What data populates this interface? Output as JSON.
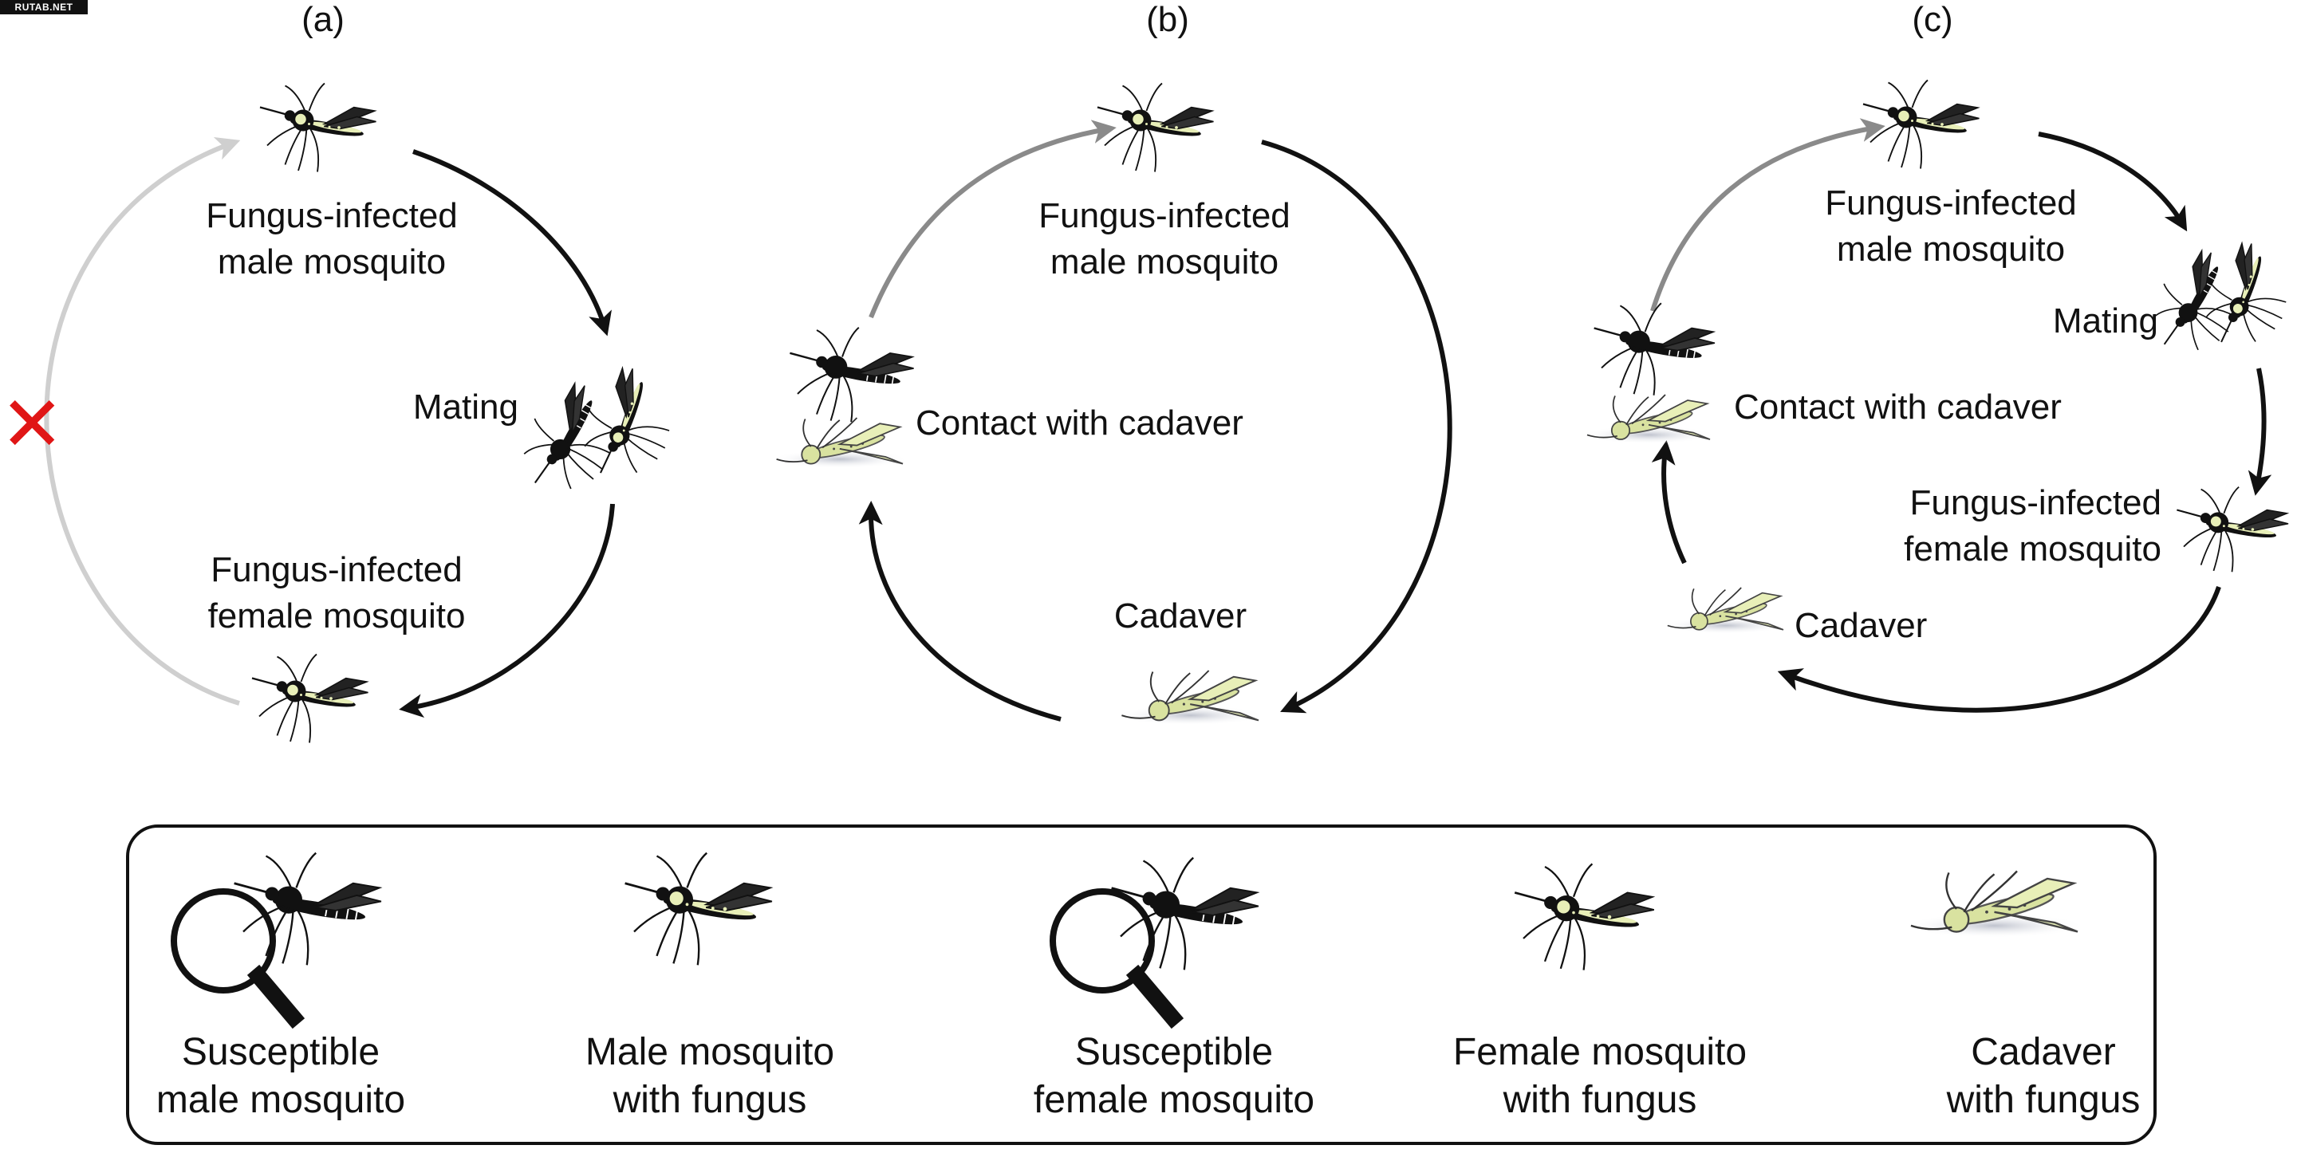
{
  "watermark": "RUTAB.NET",
  "panels": {
    "a": {
      "label": "(a)",
      "infected_male": [
        "Fungus-infected",
        "male mosquito"
      ],
      "mating": "Mating",
      "infected_female": [
        "Fungus-infected",
        "female mosquito"
      ],
      "blocked_mark": "✕"
    },
    "b": {
      "label": "(b)",
      "infected_male": [
        "Fungus-infected",
        "male mosquito"
      ],
      "contact": "Contact with cadaver",
      "cadaver": "Cadaver"
    },
    "c": {
      "label": "(c)",
      "infected_male": [
        "Fungus-infected",
        "male mosquito"
      ],
      "mating": "Mating",
      "contact": "Contact with cadaver",
      "infected_female": [
        "Fungus-infected",
        "female mosquito"
      ],
      "cadaver": "Cadaver"
    }
  },
  "legend": {
    "items": [
      [
        "Susceptible",
        "male mosquito"
      ],
      [
        "Male mosquito",
        "with fungus"
      ],
      [
        "Susceptible",
        "female mosquito"
      ],
      [
        "Female mosquito",
        "with fungus"
      ],
      [
        "Cadaver",
        "with fungus"
      ]
    ]
  },
  "colors": {
    "arrow_dark": "#111111",
    "arrow_gray": "#8a8a8a",
    "arrow_light": "#cfcfcf",
    "blocked": "#e01616",
    "fungus": "#e8efb8"
  }
}
